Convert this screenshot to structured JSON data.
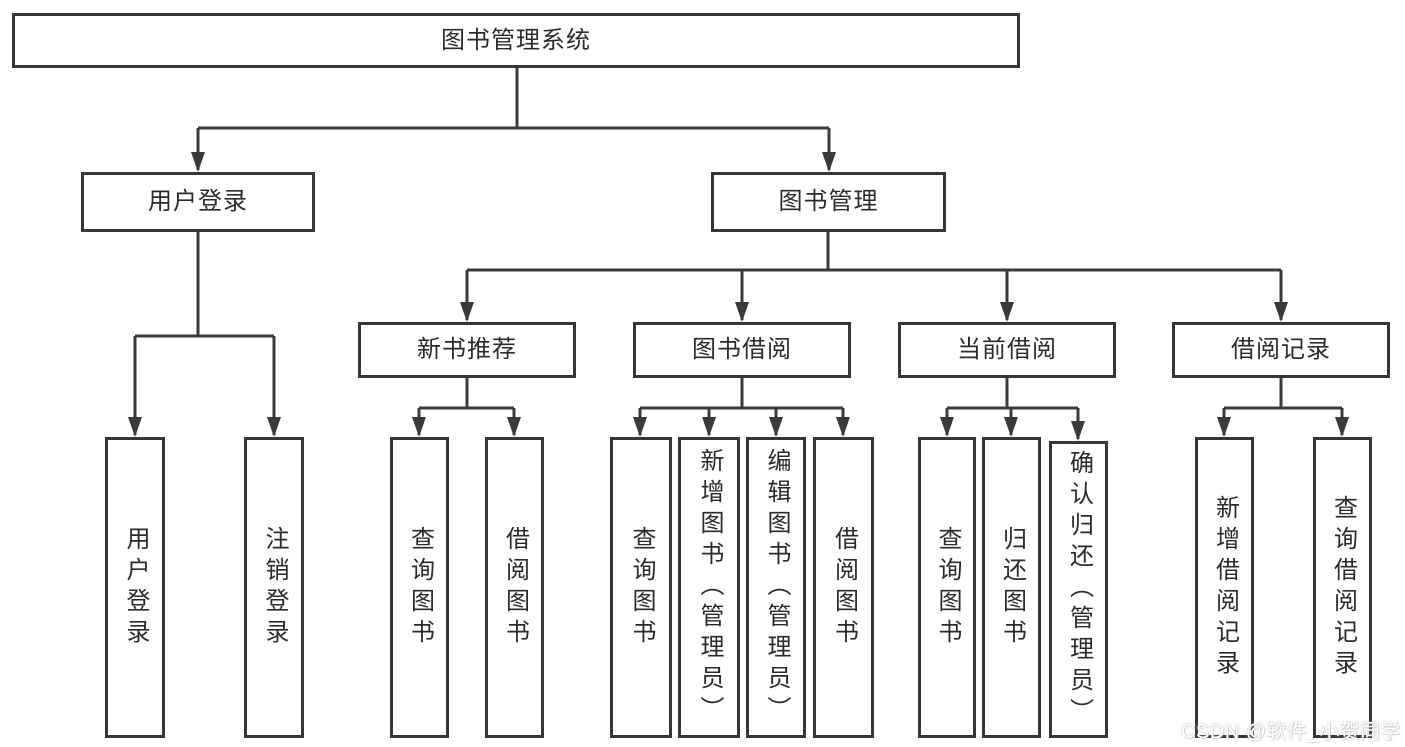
{
  "diagram_title": "图书管理系统",
  "tree": {
    "root": {
      "label": "图书管理系统"
    },
    "user_login": {
      "label": "用户登录",
      "children": [
        {
          "label": "用户登录"
        },
        {
          "label": "注销登录"
        }
      ]
    },
    "book_management": {
      "label": "图书管理",
      "groups": [
        {
          "label": "新书推荐",
          "children": [
            {
              "label": "查询图书"
            },
            {
              "label": "借阅图书"
            }
          ]
        },
        {
          "label": "图书借阅",
          "children": [
            {
              "label": "查询图书"
            },
            {
              "label": "新增图书（管理员）"
            },
            {
              "label": "编辑图书（管理员）"
            },
            {
              "label": "借阅图书"
            }
          ]
        },
        {
          "label": "当前借阅",
          "children": [
            {
              "label": "查询图书"
            },
            {
              "label": "归还图书"
            },
            {
              "label": "确认归还（管理员）"
            }
          ]
        },
        {
          "label": "借阅记录",
          "children": [
            {
              "label": "新增借阅记录"
            },
            {
              "label": "查询借阅记录"
            }
          ]
        }
      ]
    }
  },
  "watermark": "CSDN @软件_小贺同学",
  "colors": {
    "line": "#3a3a3a",
    "box_border": "#363636",
    "box_fill": "#ffffff",
    "text": "#2b2b2b",
    "background": "#ffffff"
  }
}
